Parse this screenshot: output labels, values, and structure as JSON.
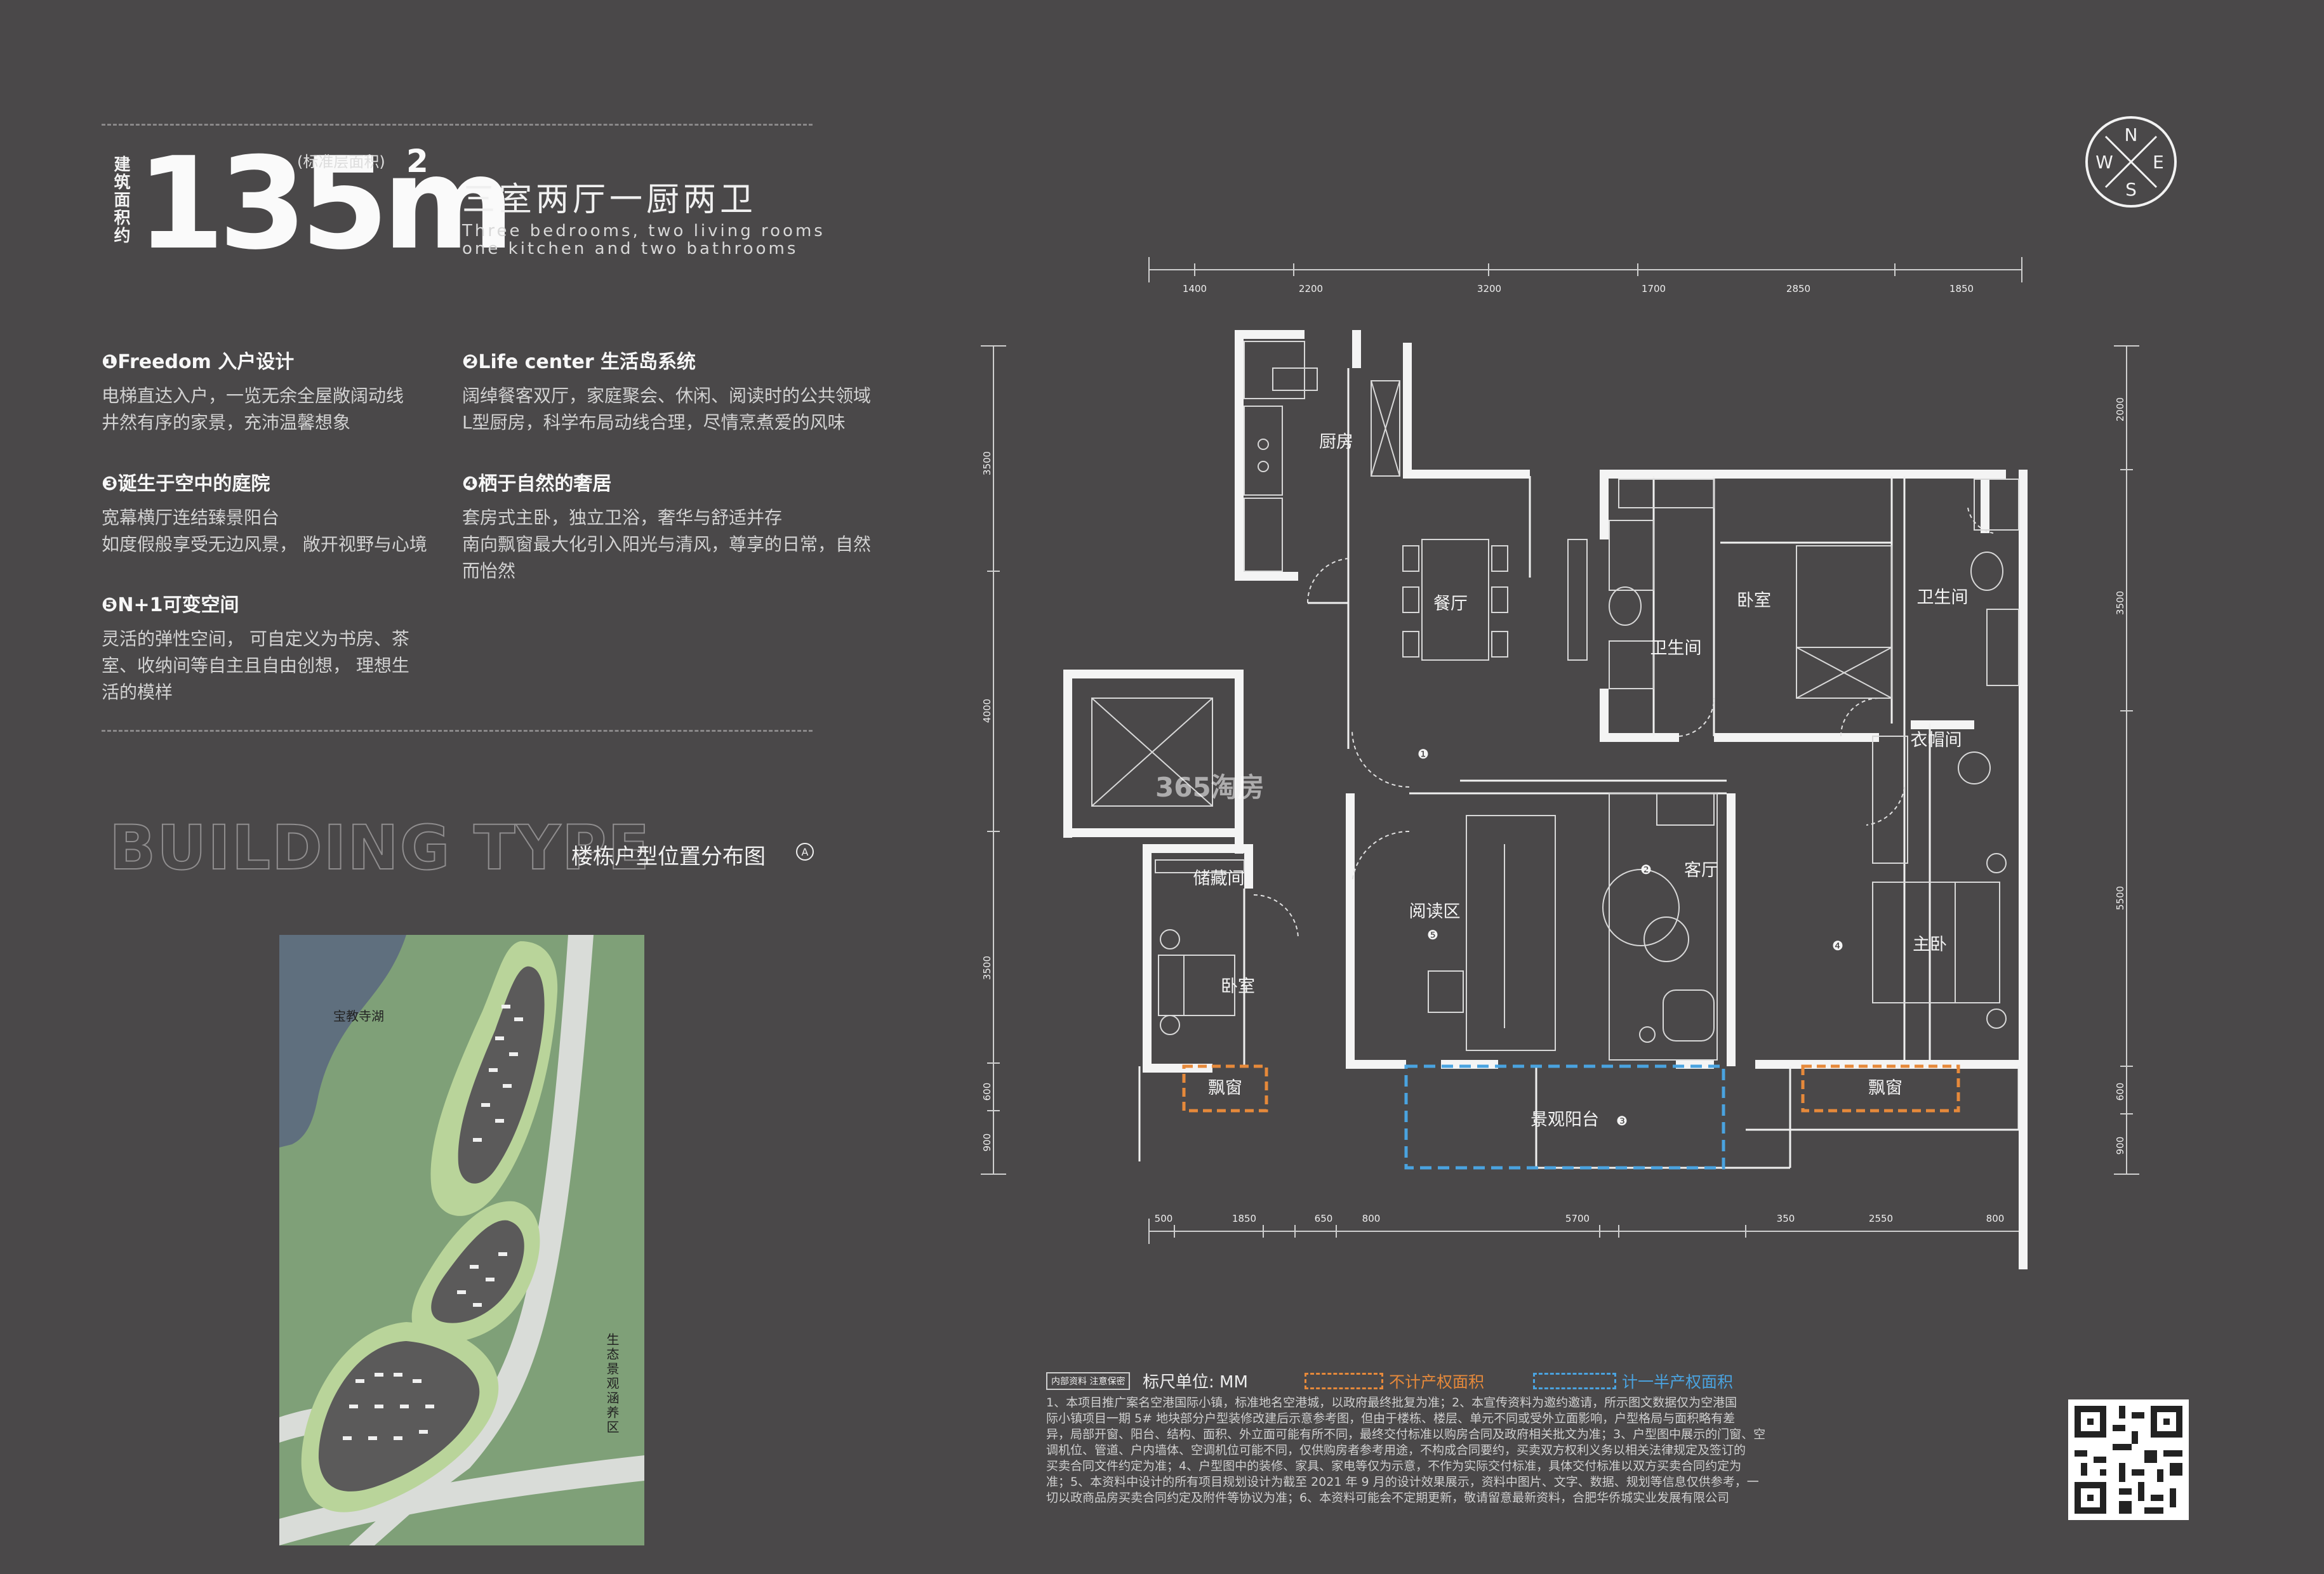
{
  "header": {
    "vertical_label": "建筑面积约",
    "area_value": "135m",
    "area_superscript": "2",
    "area_note": "(标准层面积)",
    "title_cn": "三室两厅一厨两卫",
    "title_en_line1": "Three bedrooms, two living rooms",
    "title_en_line2": "one kitchen and two bathrooms"
  },
  "features": [
    {
      "title": "❶Freedom 入户设计",
      "lines": [
        "电梯直达入户，一览无余全屋敞阔动线",
        "井然有序的家景，充沛温馨想象"
      ]
    },
    {
      "title": "❷Life center 生活岛系统",
      "lines": [
        "阔绰餐客双厅，家庭聚会、休闲、阅读时的公共领域",
        "L型厨房，科学布局动线合理，尽情烹煮爱的风味"
      ]
    },
    {
      "title": "❸诞生于空中的庭院",
      "lines": [
        "宽幕横厅连结臻景阳台",
        "如度假般享受无边风景， 敞开视野与心境"
      ]
    },
    {
      "title": "❹栖于自然的奢居",
      "lines": [
        "套房式主卧，独立卫浴，奢华与舒适并存",
        "南向飘窗最大化引入阳光与清风，尊享的日常，自然",
        "而怡然"
      ]
    },
    {
      "title": "❺N+1可变空间",
      "lines": [
        "灵活的弹性空间， 可自定义为书房、茶",
        "室、收纳间等自主且自由创想， 理想生",
        "活的模样"
      ]
    }
  ],
  "building_type": "BUILDING TYPE",
  "distribution_label": "楼栋户型位置分布图",
  "map": {
    "lake": "宝教寺湖",
    "park": "生态景观涵养区",
    "colors": {
      "lake": "#5f6f7e",
      "green": "#7fa078",
      "light_green": "#b9d49a",
      "road": "#d9dcd8",
      "block": "#5b5a5a"
    }
  },
  "compass": {
    "n": "N",
    "e": "E",
    "s": "S",
    "w": "W"
  },
  "watermark": "365淘房",
  "dims": {
    "top": [
      "1400",
      "2200",
      "3200",
      "1700",
      "2850",
      "1850"
    ],
    "bottom": [
      "500",
      "1850",
      "650",
      "800",
      "5700",
      "350",
      "2550",
      "800"
    ],
    "left": [
      "3500",
      "4000",
      "3500",
      "600",
      "900"
    ],
    "right": [
      "2000",
      "3500",
      "5500",
      "600",
      "900"
    ]
  },
  "rooms": {
    "kitchen": "厨房",
    "dining": "餐厅",
    "bath1": "卫生间",
    "bedroom1": "卧室",
    "bath2": "卫生间",
    "closet": "衣帽间",
    "living": "客厅",
    "reading": "阅读区",
    "storage": "储藏间",
    "bedroom2": "卧室",
    "master": "主卧",
    "bay1": "飘窗",
    "bay2": "飘窗",
    "balcony": "景观阳台",
    "n1": "❶",
    "n2": "❷",
    "n3": "❸",
    "n4": "❹",
    "n5": "❺"
  },
  "legend": {
    "badge": "内部资料 注意保密",
    "unit": "标尺单位: MM",
    "not_counted": "不计产权面积",
    "half_counted": "计一半产权面积",
    "orange": "#e6893a",
    "blue": "#4aa3e0"
  },
  "footnote": [
    "1、本项目推广案名空港国际小镇，标准地名空港城，以政府最终批复为准；2、本宣传资料为邀约邀请，所示图文数据仅为空港国",
    "际小镇项目一期 5# 地块部分户型装修改建后示意参考图，但由于楼栋、楼层、单元不同或受外立面影响，户型格局与面积略有差",
    "异，局部开窗、阳台、结构、面积、外立面可能有所不同，最终交付标准以购房合同及政府相关批文为准；3、户型图中展示的门窗、空",
    "调机位、管道、户内墙体、空调机位可能不同，仅供购房者参考用途，不构成合同要约，买卖双方权利义务以相关法律规定及签订的",
    "买卖合同文件约定为准；4、户型图中的装修、家具、家电等仅为示意，不作为实际交付标准，具体交付标准以双方买卖合同约定为",
    "准；5、本资料中设计的所有项目规划设计为截至 2021 年 9 月的设计效果展示，资料中图片、文字、数据、规划等信息仅供参考，一",
    "切以政商品房买卖合同约定及附件等协议为准；6、本资料可能会不定期更新，敬请留意最新资料，合肥华侨城实业发展有限公司"
  ]
}
